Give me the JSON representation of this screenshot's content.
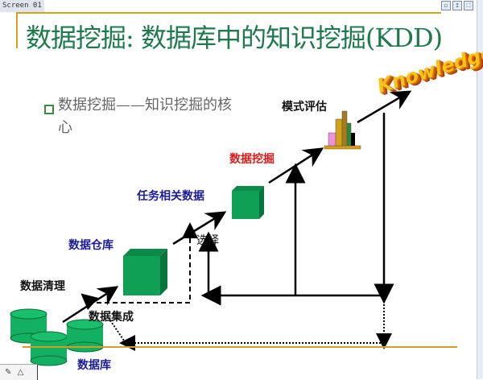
{
  "window": {
    "tab_label": "Screen 01",
    "controls": [
      "restore-icon",
      "pin-icon",
      "fullscreen-icon"
    ]
  },
  "slide": {
    "title": "数据挖掘: 数据库中的知识挖掘(KDD)",
    "bullet": "数据挖掘——知识挖掘的核心",
    "knowledge_wordart": "Knowledge",
    "labels": {
      "pattern_eval": "模式评估",
      "data_mining": "数据挖掘",
      "task_data": "任务相关数据",
      "warehouse": "数据仓库",
      "selection": "选择",
      "cleaning": "数据清理",
      "integration": "数据集成",
      "database": "数据库"
    },
    "colors": {
      "title": "#1d7a4a",
      "accent_rule": "#d8a020",
      "cube": "#0fa055",
      "label_blue": "#1a1a9a",
      "label_red": "#e01818"
    }
  },
  "corner_toolbar": {
    "icons": [
      "pen-icon",
      "triangle-icon"
    ]
  }
}
